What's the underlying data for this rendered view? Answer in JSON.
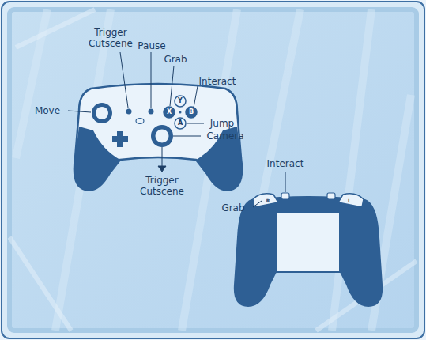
{
  "diagram": {
    "labels": [
      "Trigger Cutscene",
      "Pause",
      "Grab",
      "Interact",
      "Move",
      "Y",
      "X",
      "B",
      "A",
      "Jump",
      "Camera",
      "Trigger Cutscene",
      "Interact",
      "Grab",
      "R",
      "L"
    ]
  }
}
